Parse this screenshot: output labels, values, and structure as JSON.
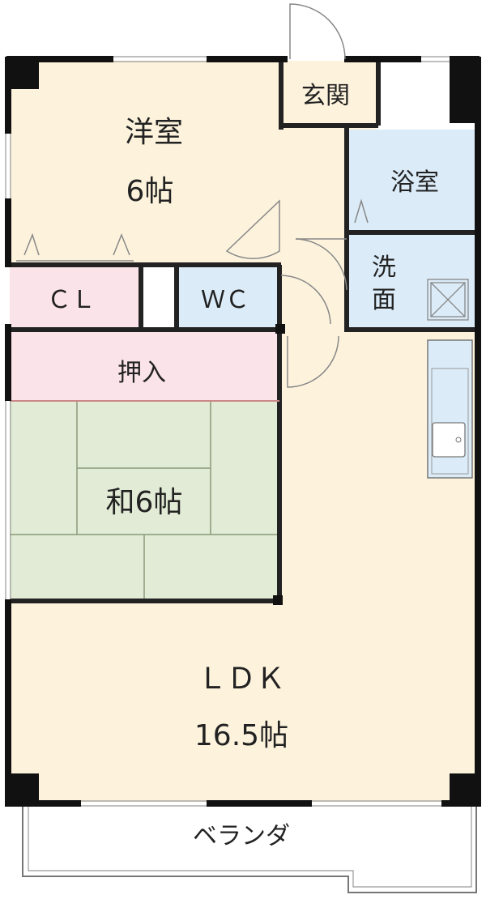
{
  "colors": {
    "wall": "#111111",
    "western_room": "#fdf3dd",
    "entrance": "#fdf3dd",
    "closet": "#fbe3ea",
    "wc": "#dbecf8",
    "bath": "#dbecf8",
    "washroom": "#dbecf8",
    "oshiire": "#fbe3ea",
    "tatami": "#e1ebd5",
    "ldk": "#fdf3dd",
    "veranda": "#ffffff",
    "kitchen": "#dbecf8"
  },
  "rooms": {
    "western": {
      "name": "洋室",
      "size": "6帖"
    },
    "entrance": {
      "name": "玄関"
    },
    "bath": {
      "name": "浴室"
    },
    "washroom": {
      "line1": "洗",
      "line2": "面"
    },
    "closet": {
      "name": "ＣＬ"
    },
    "wc": {
      "name": "ＷＣ"
    },
    "oshiire": {
      "name": "押入"
    },
    "washitsu": {
      "name": "和6帖"
    },
    "ldk": {
      "name": "ＬＤＫ",
      "size": "16.5帖"
    },
    "veranda": {
      "name": "ベランダ"
    }
  }
}
